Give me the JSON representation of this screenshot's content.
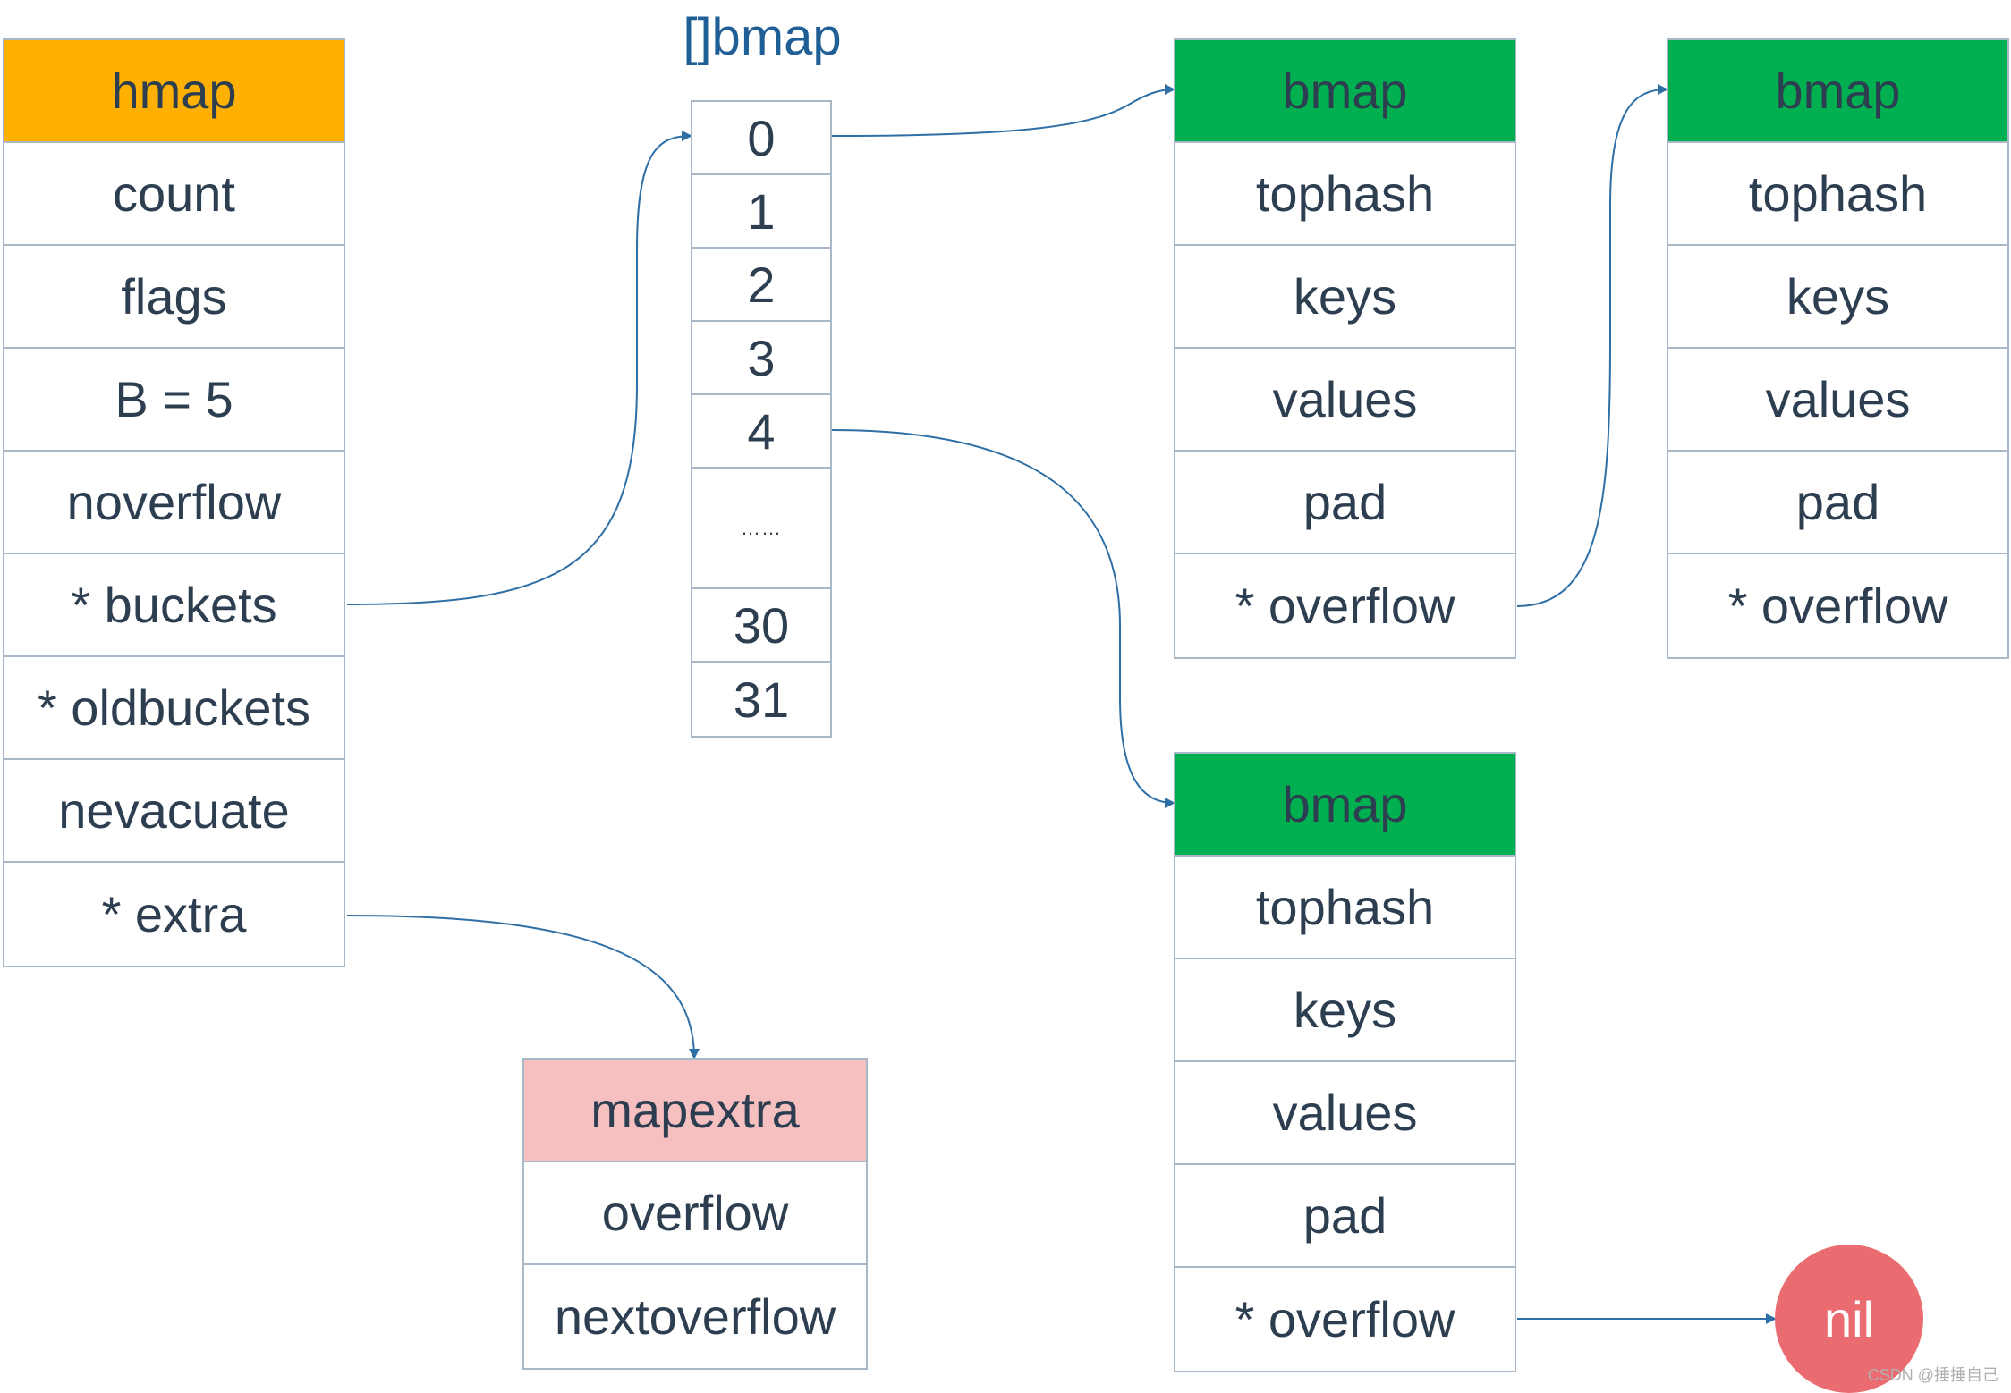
{
  "hmap": {
    "title": "hmap",
    "fields": [
      "count",
      "flags",
      "B = 5",
      "noverflow",
      "* buckets",
      "* oldbuckets",
      "nevacuate",
      "* extra"
    ]
  },
  "bucket_array": {
    "title": "[]bmap",
    "cells": [
      "0",
      "1",
      "2",
      "3",
      "4",
      "……",
      "30",
      "31"
    ]
  },
  "bmap_a": {
    "title": "bmap",
    "fields": [
      "tophash",
      "keys",
      "values",
      "pad",
      "* overflow"
    ]
  },
  "bmap_b": {
    "title": "bmap",
    "fields": [
      "tophash",
      "keys",
      "values",
      "pad",
      "* overflow"
    ]
  },
  "bmap_c": {
    "title": "bmap",
    "fields": [
      "tophash",
      "keys",
      "values",
      "pad",
      "* overflow"
    ]
  },
  "mapextra": {
    "title": "mapextra",
    "fields": [
      "overflow",
      "nextoverflow"
    ]
  },
  "nil": "nil",
  "watermark": "CSDN @捶捶自己",
  "colors": {
    "hmap_header": "#ffb000",
    "bmap_header": "#00b050",
    "mapextra_header": "#f7c0c0",
    "nil": "#ea6b70",
    "arrow": "#2e6fa6",
    "array_title": "#1f5f96"
  }
}
